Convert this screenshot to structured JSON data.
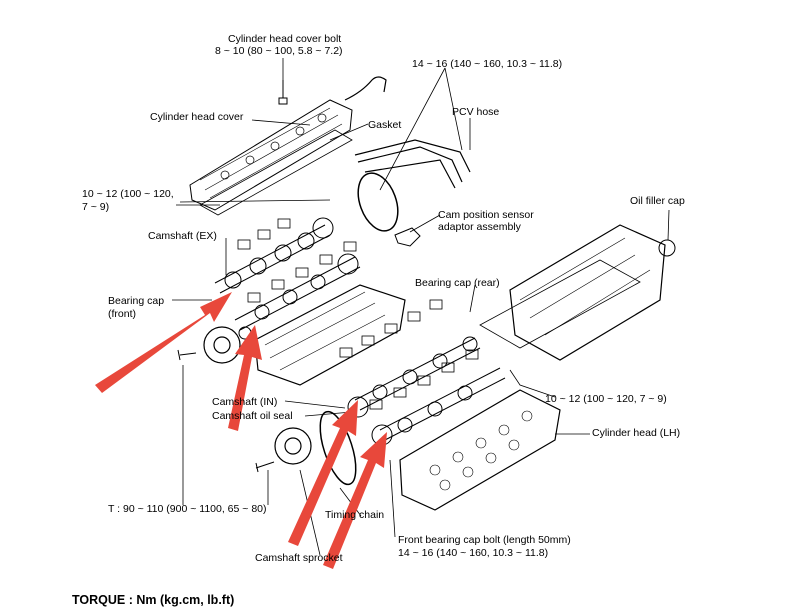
{
  "labels": {
    "head_cover_bolt": "Cylinder head cover bolt",
    "head_cover_bolt_torque": "8 ~ 10 (80 ~ 100, 5.8 ~ 7.2)",
    "top_torque": "14 ~ 16 (140 ~ 160, 10.3 ~ 11.8)",
    "pcv_hose": "PCV hose",
    "cylinder_head_cover": "Cylinder head cover",
    "gasket": "Gasket",
    "left_torque_1": "10 ~ 12 (100 ~ 120,",
    "left_torque_2": "7 ~ 9)",
    "oil_filler_cap": "Oil filler cap",
    "cam_sensor_1": "Cam position sensor",
    "cam_sensor_2": "adaptor assembly",
    "camshaft_ex": "Camshaft (EX)",
    "bearing_cap_rear": "Bearing cap (rear)",
    "bearing_cap_front_1": "Bearing cap",
    "bearing_cap_front_2": "(front)",
    "right_torque": "10 ~ 12 (100 ~ 120, 7 ~ 9)",
    "camshaft_in": "Camshaft (IN)",
    "camshaft_oil_seal": "Camshaft oil seal",
    "cylinder_head_lh": "Cylinder head (LH)",
    "bottom_torque": "T : 90 ~ 110 (900 ~ 1100, 65 ~ 80)",
    "timing_chain": "Timing chain",
    "front_bolt_1": "Front bearing cap bolt (length 50mm)",
    "front_bolt_2": "14 ~ 16 (140 ~ 160, 10.3 ~ 11.8)",
    "camshaft_sprocket": "Camshaft sprocket",
    "torque_units": "TORQUE : Nm (kg.cm, lb.ft)"
  },
  "colors": {
    "arrow": "#e8483b",
    "line": "#000000"
  }
}
